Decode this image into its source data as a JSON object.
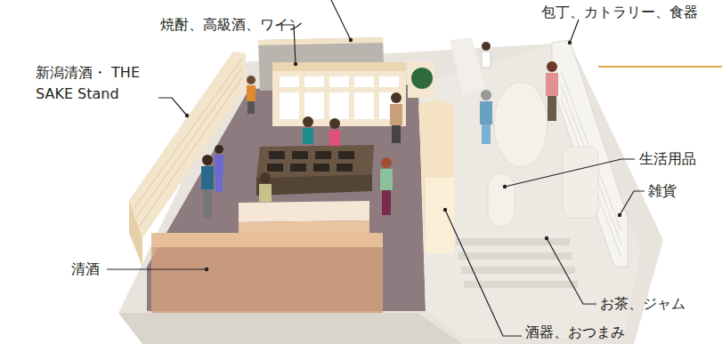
{
  "diagram": {
    "labels": [
      "焼酎、高級酒、ワイン",
      "包丁、カトラリー、食器",
      "新潟清酒・ THE SAKE Stand",
      "生活用品",
      "雑貨",
      "清酒",
      "お茶、ジャム",
      "酒器、おつまみ"
    ]
  }
}
